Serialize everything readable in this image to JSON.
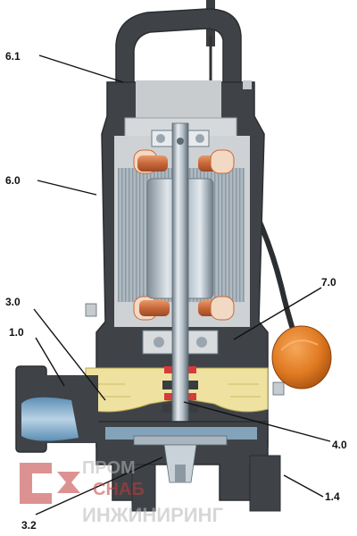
{
  "labels": {
    "l61": "6.1",
    "l60": "6.0",
    "l70": "7.0",
    "l30": "3.0",
    "l10": "1.0",
    "l40": "4.0",
    "l14": "1.4",
    "l32": "3.2"
  },
  "watermark": {
    "line1": "ПРОМ",
    "line2": "СНАБ",
    "line3": "ИНЖИНИРИНГ"
  },
  "colors": {
    "housing": "#3f4347",
    "housing_dark": "#2b2e31",
    "chamber": "#c9ccce",
    "stator": "#a8b3bb",
    "winding": "#c8683a",
    "oil": "#efe2a0",
    "float": "#e07a22",
    "seal": "#d63a3a",
    "water": "#8fb4cf",
    "watermark": "#c23a3a"
  }
}
